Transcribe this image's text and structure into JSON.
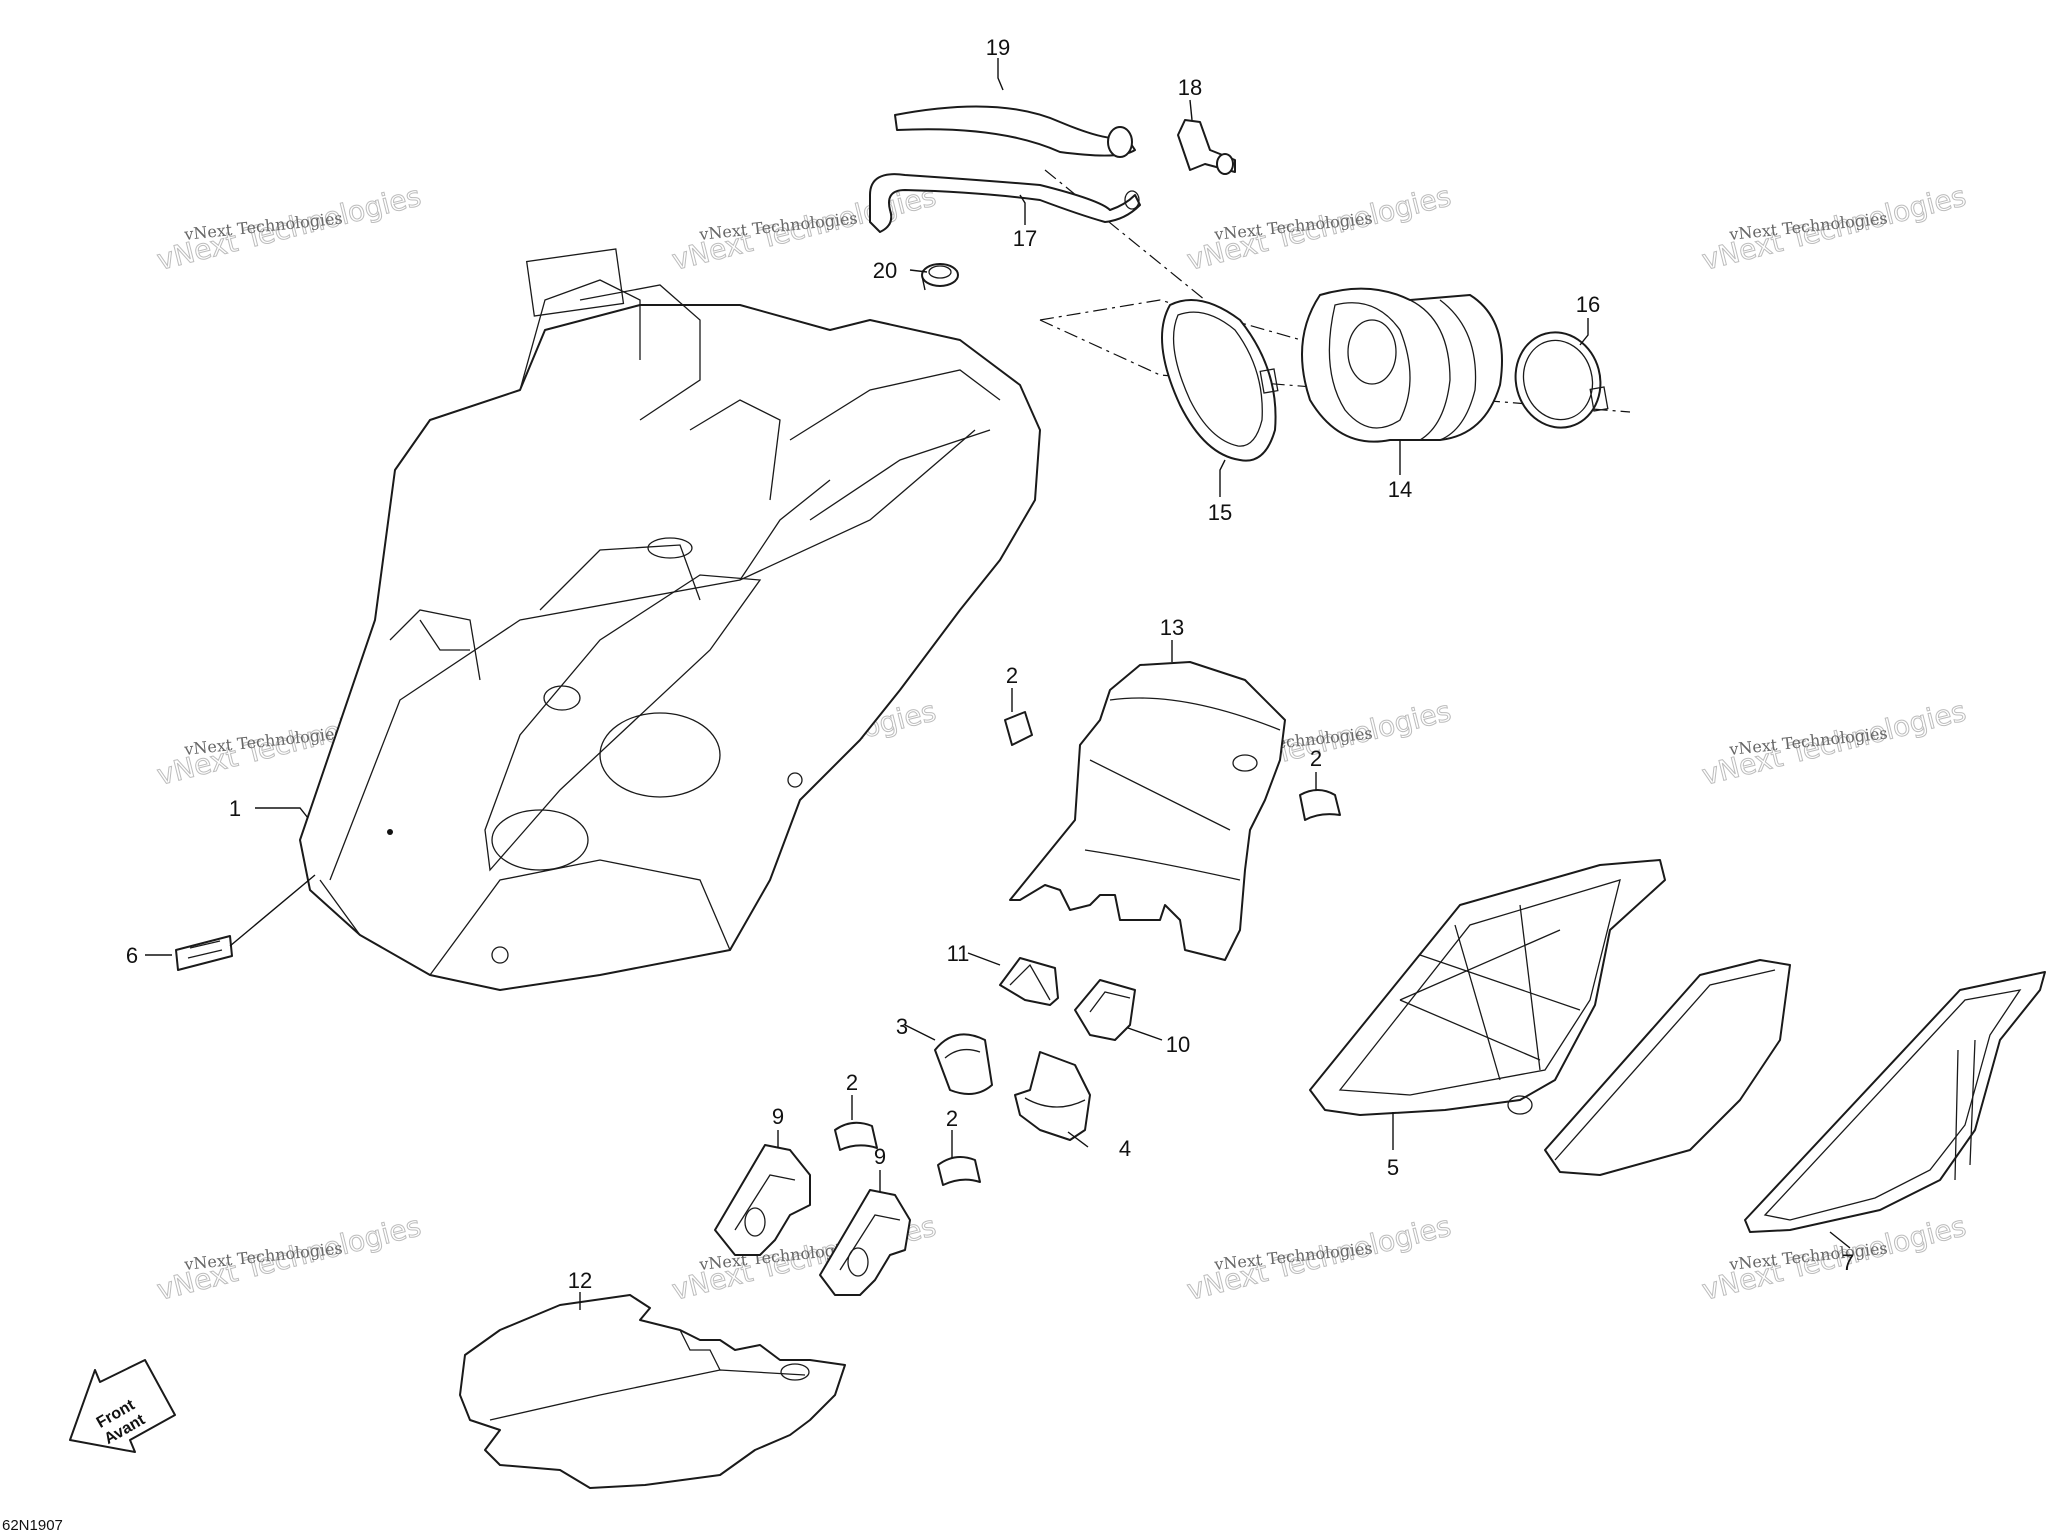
{
  "diagram_code": "62N1907",
  "front_labels": [
    "Front",
    "Avant"
  ],
  "watermark": {
    "line1": "vNext Technologies",
    "line2": "vNext Technologies"
  },
  "callouts": {
    "c1": "1",
    "c2a": "2",
    "c2b": "2",
    "c2c": "2",
    "c2d": "2",
    "c3": "3",
    "c4": "4",
    "c5": "5",
    "c6": "6",
    "c7": "7",
    "c9a": "9",
    "c9b": "9",
    "c10": "10",
    "c11": "11",
    "c12": "12",
    "c13": "13",
    "c14": "14",
    "c15": "15",
    "c16": "16",
    "c17": "17",
    "c18": "18",
    "c19": "19",
    "c20": "20"
  }
}
